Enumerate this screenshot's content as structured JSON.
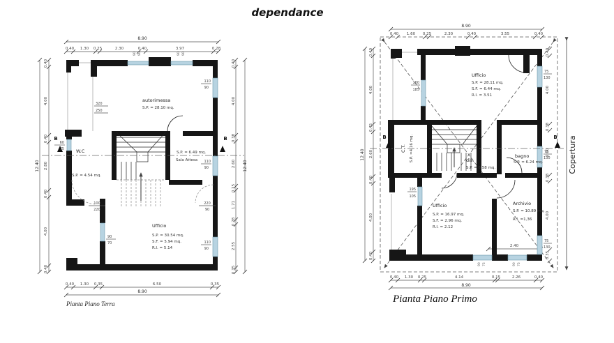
{
  "title": "dependance",
  "terra": {
    "caption": "Pianta Piano Terra",
    "overall_w": "8.90",
    "overall_h": "12.40",
    "top": [
      "0.40",
      "1.30",
      "0.25",
      "2.30",
      "0.40",
      "3.97",
      "0.28"
    ],
    "bottom": [
      "0.40",
      "1.30",
      "0.35",
      "6.50",
      "0.35"
    ],
    "left": [
      "0.40",
      "4.00",
      "0.40",
      "2.80",
      "0.40",
      "4.00",
      "0.40"
    ],
    "right": [
      "0.40",
      "4.00",
      "0.38",
      "2.60",
      "0.25",
      "1.71",
      "0.28",
      "2.55",
      "0.35"
    ],
    "rooms": {
      "autorimessa": {
        "name": "autorimessa",
        "sp": "S.P. = 28.10 mq."
      },
      "wc": {
        "name": "W.C",
        "sp": "S.P. = 4.54 mq."
      },
      "sala": {
        "name": "Sala Attesa",
        "sp": "S.P. = 6.49 mq."
      },
      "ufficio": {
        "name": "Ufficio",
        "sp": "S.P. = 30.54 mq.",
        "sf": "S.F. = 5.94 mq.",
        "ri": "R.I. = 5.14"
      }
    },
    "openings": {
      "garage": [
        "320",
        "250"
      ],
      "w60": [
        "60",
        "75"
      ],
      "w110": [
        "110",
        "90"
      ],
      "d100": [
        "100",
        "220"
      ],
      "d220": [
        "220",
        "90"
      ],
      "w90": [
        "90",
        "70"
      ],
      "wt": [
        "90",
        "90"
      ]
    },
    "section": "B"
  },
  "primo": {
    "caption": "Pianta Piano Primo",
    "overall_w": "8.90",
    "overall_h": "12.40",
    "top": [
      "0.40",
      "1.60",
      "0.25",
      "2.30",
      "0.40",
      "3.55",
      "0.40"
    ],
    "bottom": [
      "0.40",
      "1.30",
      "0.25",
      "4.14",
      "0.15",
      "2.26",
      "0.40"
    ],
    "left": [
      "0.40",
      "4.00",
      "0.45",
      "2.60",
      "0.40",
      "4.00",
      "0.40"
    ],
    "right": [
      "0.40",
      "4.00",
      "0.38",
      "2.60",
      "0.38",
      "4.00",
      "0.35"
    ],
    "rooms": {
      "ufficio1": {
        "name": "Ufficio",
        "sp": "S.P. = 28.11 mq.",
        "sf": "S.F. = 6.44 mq.",
        "ri": "R.I. = 3.51"
      },
      "ct": {
        "name": "C.T.",
        "sp": "S.P. =4.16 mq."
      },
      "dis": {
        "name": "dis.",
        "sp": "S.P. = 6.58 mq."
      },
      "bagno": {
        "name": "bagno",
        "sp": "S.P. = 6.24 mq."
      },
      "ufficio2": {
        "name": "Ufficio",
        "sp": "S.P. = 16.97 mq.",
        "sf": "S.F. = 2.96 mq.",
        "ri": "R.I. = 2.12"
      },
      "archivio": {
        "name": "Archivio",
        "sp": "S.P. = 10.89 mq.",
        "ri": "R.I. =1,36"
      }
    },
    "openings": {
      "w160": [
        "160",
        "185"
      ],
      "w195": [
        "195",
        "105"
      ],
      "w75": [
        "75",
        "130"
      ],
      "wb": [
        "90",
        "75"
      ]
    },
    "copertura": "Copertura",
    "dim240": "2.40",
    "section": "B"
  }
}
